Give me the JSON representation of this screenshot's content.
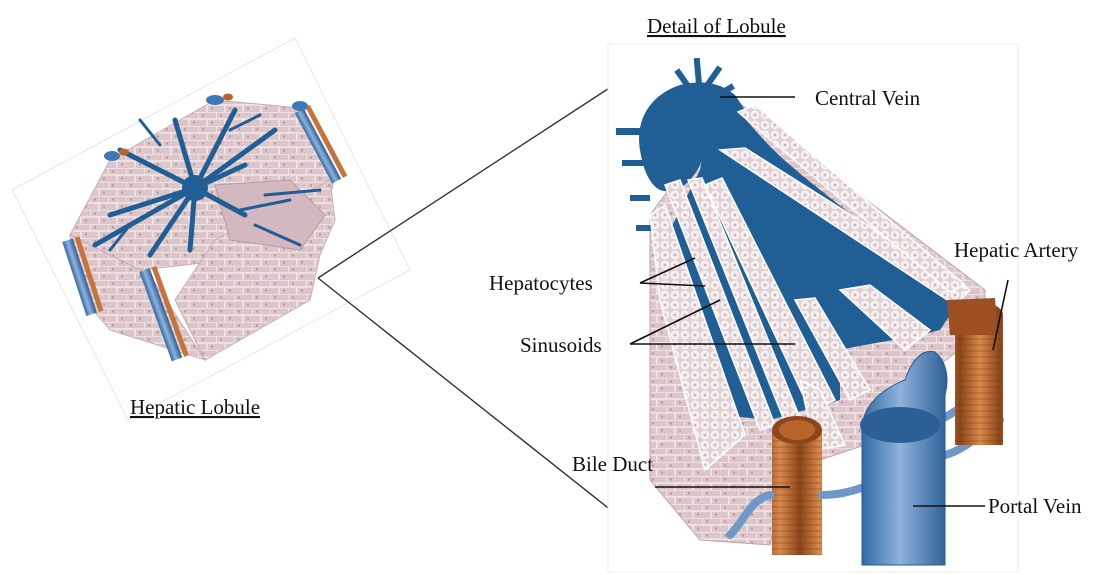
{
  "labels": {
    "hepatic_lobule": "Hepatic Lobule",
    "detail_of_lobule": "Detail of Lobule",
    "central_vein": "Central Vein",
    "hepatocytes": "Hepatocytes",
    "sinusoids": "Sinusoids",
    "hepatic_artery": "Hepatic Artery",
    "bile_duct": "Bile Duct",
    "portal_vein": "Portal Vein"
  },
  "colors": {
    "vein_blue": "#1f5f95",
    "vein_light": "#6f98c8",
    "tissue_pink": "#d9c4c8",
    "cell_border": "#ffffff",
    "duct_brown": "#b8642c",
    "artery_orange": "#c8733a"
  }
}
